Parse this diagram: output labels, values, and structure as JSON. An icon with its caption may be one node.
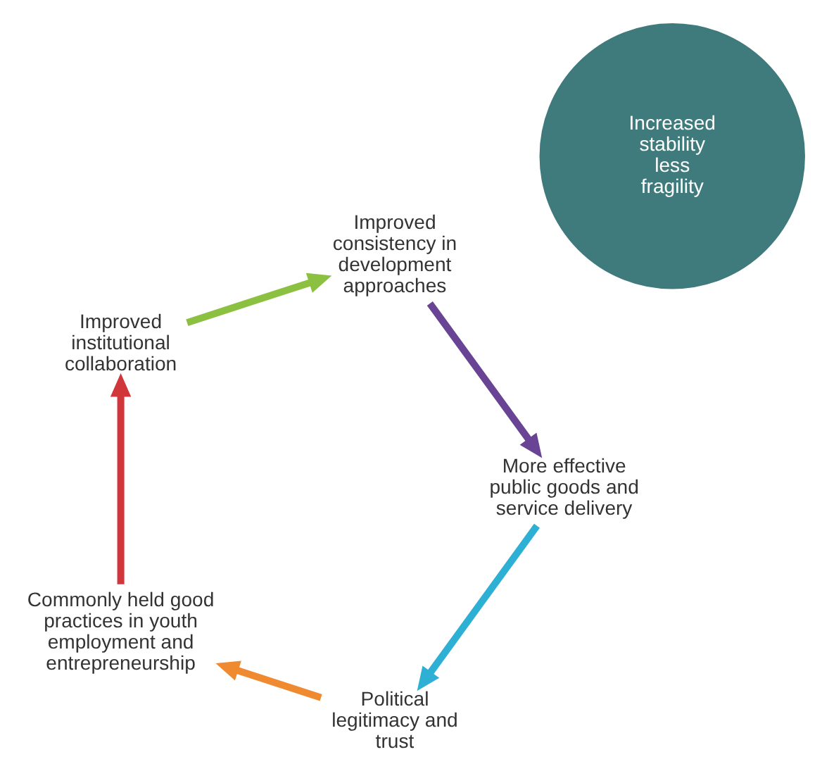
{
  "diagram": {
    "nodes": [
      {
        "text": [
          "Political legitimacy and trust"
        ]
      },
      {
        "text": [
          "Commonly held good practices in youth employment and entrepreneurship"
        ]
      },
      {
        "text": [
          "Improved institutional collaboration"
        ]
      },
      {
        "text": [
          "Improved consistency in development approaches"
        ]
      },
      {
        "text": [
          "More effective public goods and service delivery"
        ]
      },
      {
        "text": [
          "Increased stability less fragility"
        ]
      }
    ],
    "edges": [
      {
        "from": 0,
        "to": 1,
        "arrow": "to",
        "color": "#f08a30"
      },
      {
        "from": 1,
        "to": 2,
        "arrow": "to",
        "color": "#d0363a"
      },
      {
        "from": 2,
        "to": 3,
        "arrow": "to",
        "color": "#8cc040"
      },
      {
        "from": 3,
        "to": 4,
        "arrow": "to",
        "color": "#6a4494"
      },
      {
        "from": 4,
        "to": 0,
        "arrow": "to",
        "color": "#2eb0d4"
      }
    ]
  }
}
